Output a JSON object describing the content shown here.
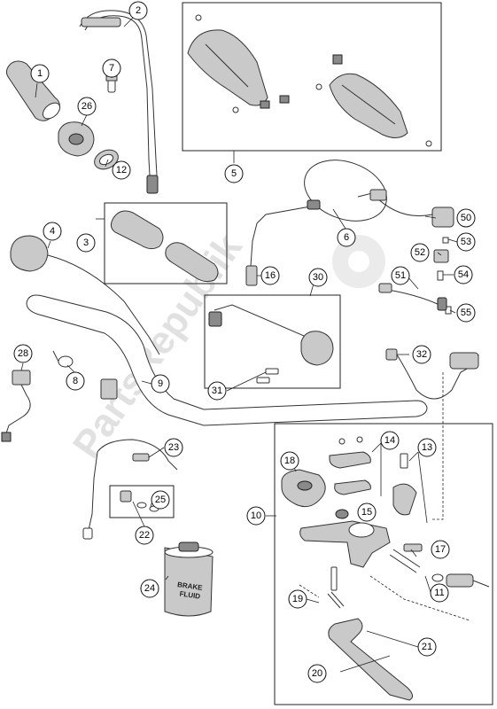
{
  "diagram": {
    "watermark": "PartsRepublik",
    "fluid_can_label": [
      "BRAKE",
      "FLUID"
    ],
    "callouts": [
      {
        "id": "c1",
        "n": "1"
      },
      {
        "id": "c2",
        "n": "2"
      },
      {
        "id": "c3",
        "n": "3"
      },
      {
        "id": "c4",
        "n": "4"
      },
      {
        "id": "c5",
        "n": "5"
      },
      {
        "id": "c6",
        "n": "6"
      },
      {
        "id": "c7",
        "n": "7"
      },
      {
        "id": "c8",
        "n": "8"
      },
      {
        "id": "c9",
        "n": "9"
      },
      {
        "id": "c10",
        "n": "10"
      },
      {
        "id": "c11",
        "n": "11"
      },
      {
        "id": "c12",
        "n": "12"
      },
      {
        "id": "c13",
        "n": "13"
      },
      {
        "id": "c14",
        "n": "14"
      },
      {
        "id": "c15",
        "n": "15"
      },
      {
        "id": "c16",
        "n": "16"
      },
      {
        "id": "c17",
        "n": "17"
      },
      {
        "id": "c18",
        "n": "18"
      },
      {
        "id": "c19",
        "n": "19"
      },
      {
        "id": "c20",
        "n": "20"
      },
      {
        "id": "c21",
        "n": "21"
      },
      {
        "id": "c22",
        "n": "22"
      },
      {
        "id": "c23",
        "n": "23"
      },
      {
        "id": "c24",
        "n": "24"
      },
      {
        "id": "c25",
        "n": "25"
      },
      {
        "id": "c26",
        "n": "26"
      },
      {
        "id": "c28",
        "n": "28"
      },
      {
        "id": "c30",
        "n": "30"
      },
      {
        "id": "c31",
        "n": "31"
      },
      {
        "id": "c32",
        "n": "32"
      },
      {
        "id": "c50",
        "n": "50"
      },
      {
        "id": "c51",
        "n": "51"
      },
      {
        "id": "c52",
        "n": "52"
      },
      {
        "id": "c53",
        "n": "53"
      },
      {
        "id": "c54",
        "n": "54"
      },
      {
        "id": "c55",
        "n": "55"
      }
    ]
  }
}
